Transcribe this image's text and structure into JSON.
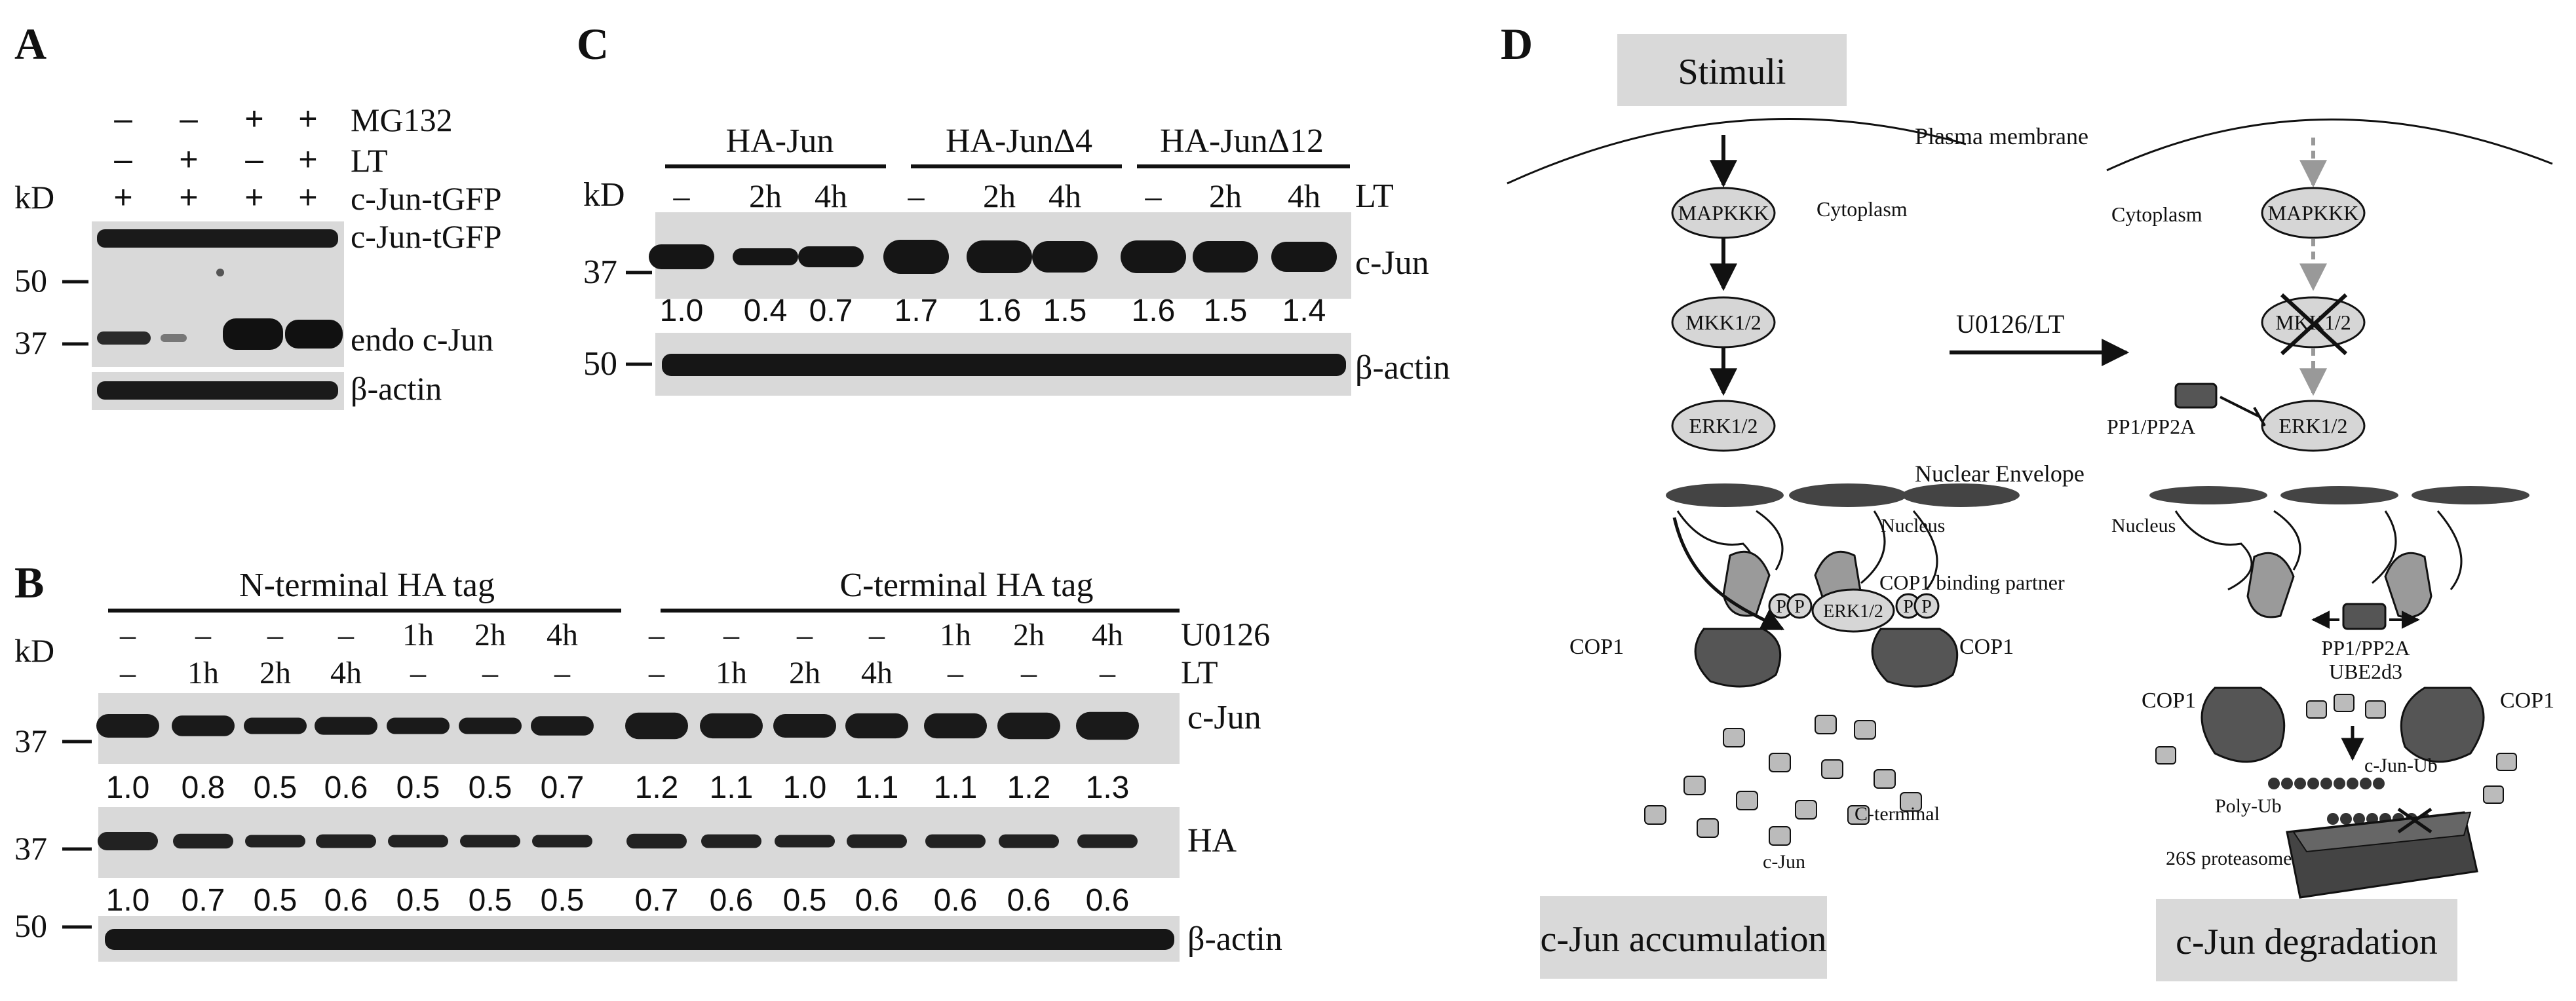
{
  "panel_a": {
    "letter": "A",
    "rows": [
      {
        "label": "MG132",
        "signs": [
          "–",
          "–",
          "+",
          "+"
        ]
      },
      {
        "label": "LT",
        "signs": [
          "–",
          "+",
          "–",
          "+"
        ]
      },
      {
        "label": "c-Jun-tGFP",
        "signs": [
          "+",
          "+",
          "+",
          "+"
        ]
      }
    ],
    "kd": "kD",
    "markers": [
      "50",
      "37"
    ],
    "bands": [
      "c-Jun-tGFP",
      "endo c-Jun",
      "β-actin"
    ]
  },
  "panel_b": {
    "letter": "B",
    "groups": [
      "N-terminal HA tag",
      "C-terminal HA tag"
    ],
    "u0126_label": "U0126",
    "lt_label": "LT",
    "u0126": [
      "–",
      "–",
      "–",
      "–",
      "1h",
      "2h",
      "4h",
      "–",
      "–",
      "–",
      "–",
      "1h",
      "2h",
      "4h"
    ],
    "lt": [
      "–",
      "1h",
      "2h",
      "4h",
      "–",
      "–",
      "–",
      "–",
      "1h",
      "2h",
      "4h",
      "–",
      "–",
      "–"
    ],
    "kd": "kD",
    "markers": [
      "37",
      "37",
      "50"
    ],
    "bands": [
      "c-Jun",
      "HA",
      "β-actin"
    ],
    "cjun_values": [
      "1.0",
      "0.8",
      "0.5",
      "0.6",
      "0.5",
      "0.5",
      "0.7",
      "1.2",
      "1.1",
      "1.0",
      "1.1",
      "1.1",
      "1.2",
      "1.3"
    ],
    "ha_values": [
      "1.0",
      "0.7",
      "0.5",
      "0.6",
      "0.5",
      "0.5",
      "0.5",
      "0.7",
      "0.6",
      "0.5",
      "0.6",
      "0.6",
      "0.6",
      "0.6"
    ]
  },
  "panel_c": {
    "letter": "C",
    "groups": [
      "HA-Jun",
      "HA-JunΔ4",
      "HA-JunΔ12"
    ],
    "kd": "kD",
    "lt_label": "LT",
    "lanes": [
      "–",
      "2h",
      "4h",
      "–",
      "2h",
      "4h",
      "–",
      "2h",
      "4h"
    ],
    "markers": [
      "37",
      "50"
    ],
    "bands": [
      "c-Jun",
      "β-actin"
    ],
    "values": [
      "1.0",
      "0.4",
      "0.7",
      "1.7",
      "1.6",
      "1.5",
      "1.6",
      "1.5",
      "1.4"
    ]
  },
  "panel_d": {
    "letter": "D",
    "stimuli": "Stimuli",
    "plasma_membrane": "Plasma membrane",
    "cytoplasm": "Cytoplasm",
    "mapkkk": "MAPKKK",
    "mkk": "MKK1/2",
    "erk": "ERK1/2",
    "u0126_lt": "U0126/LT",
    "pp": "PP1/PP2A",
    "nuclear_envelope": "Nuclear Envelope",
    "nucleus": "Nucleus",
    "cop1": "COP1",
    "cop1_partner": "COP1 binding partner",
    "p": "P",
    "c_terminal": "C-terminal",
    "c_jun": "c-Jun",
    "ube2d3": "UBE2d3",
    "c_jun_ub": "c-Jun-Ub",
    "poly_ub": "Poly-Ub",
    "proteasome": "26S proteasome",
    "accumulation": "c-Jun accumulation",
    "degradation": "c-Jun degradation"
  },
  "colors": {
    "blot_bg": "#d9d9d9",
    "band": "#1a1a1a",
    "label_box": "#d9d9d9",
    "oval": "#d6d6d6",
    "dark_shape": "#555555"
  }
}
